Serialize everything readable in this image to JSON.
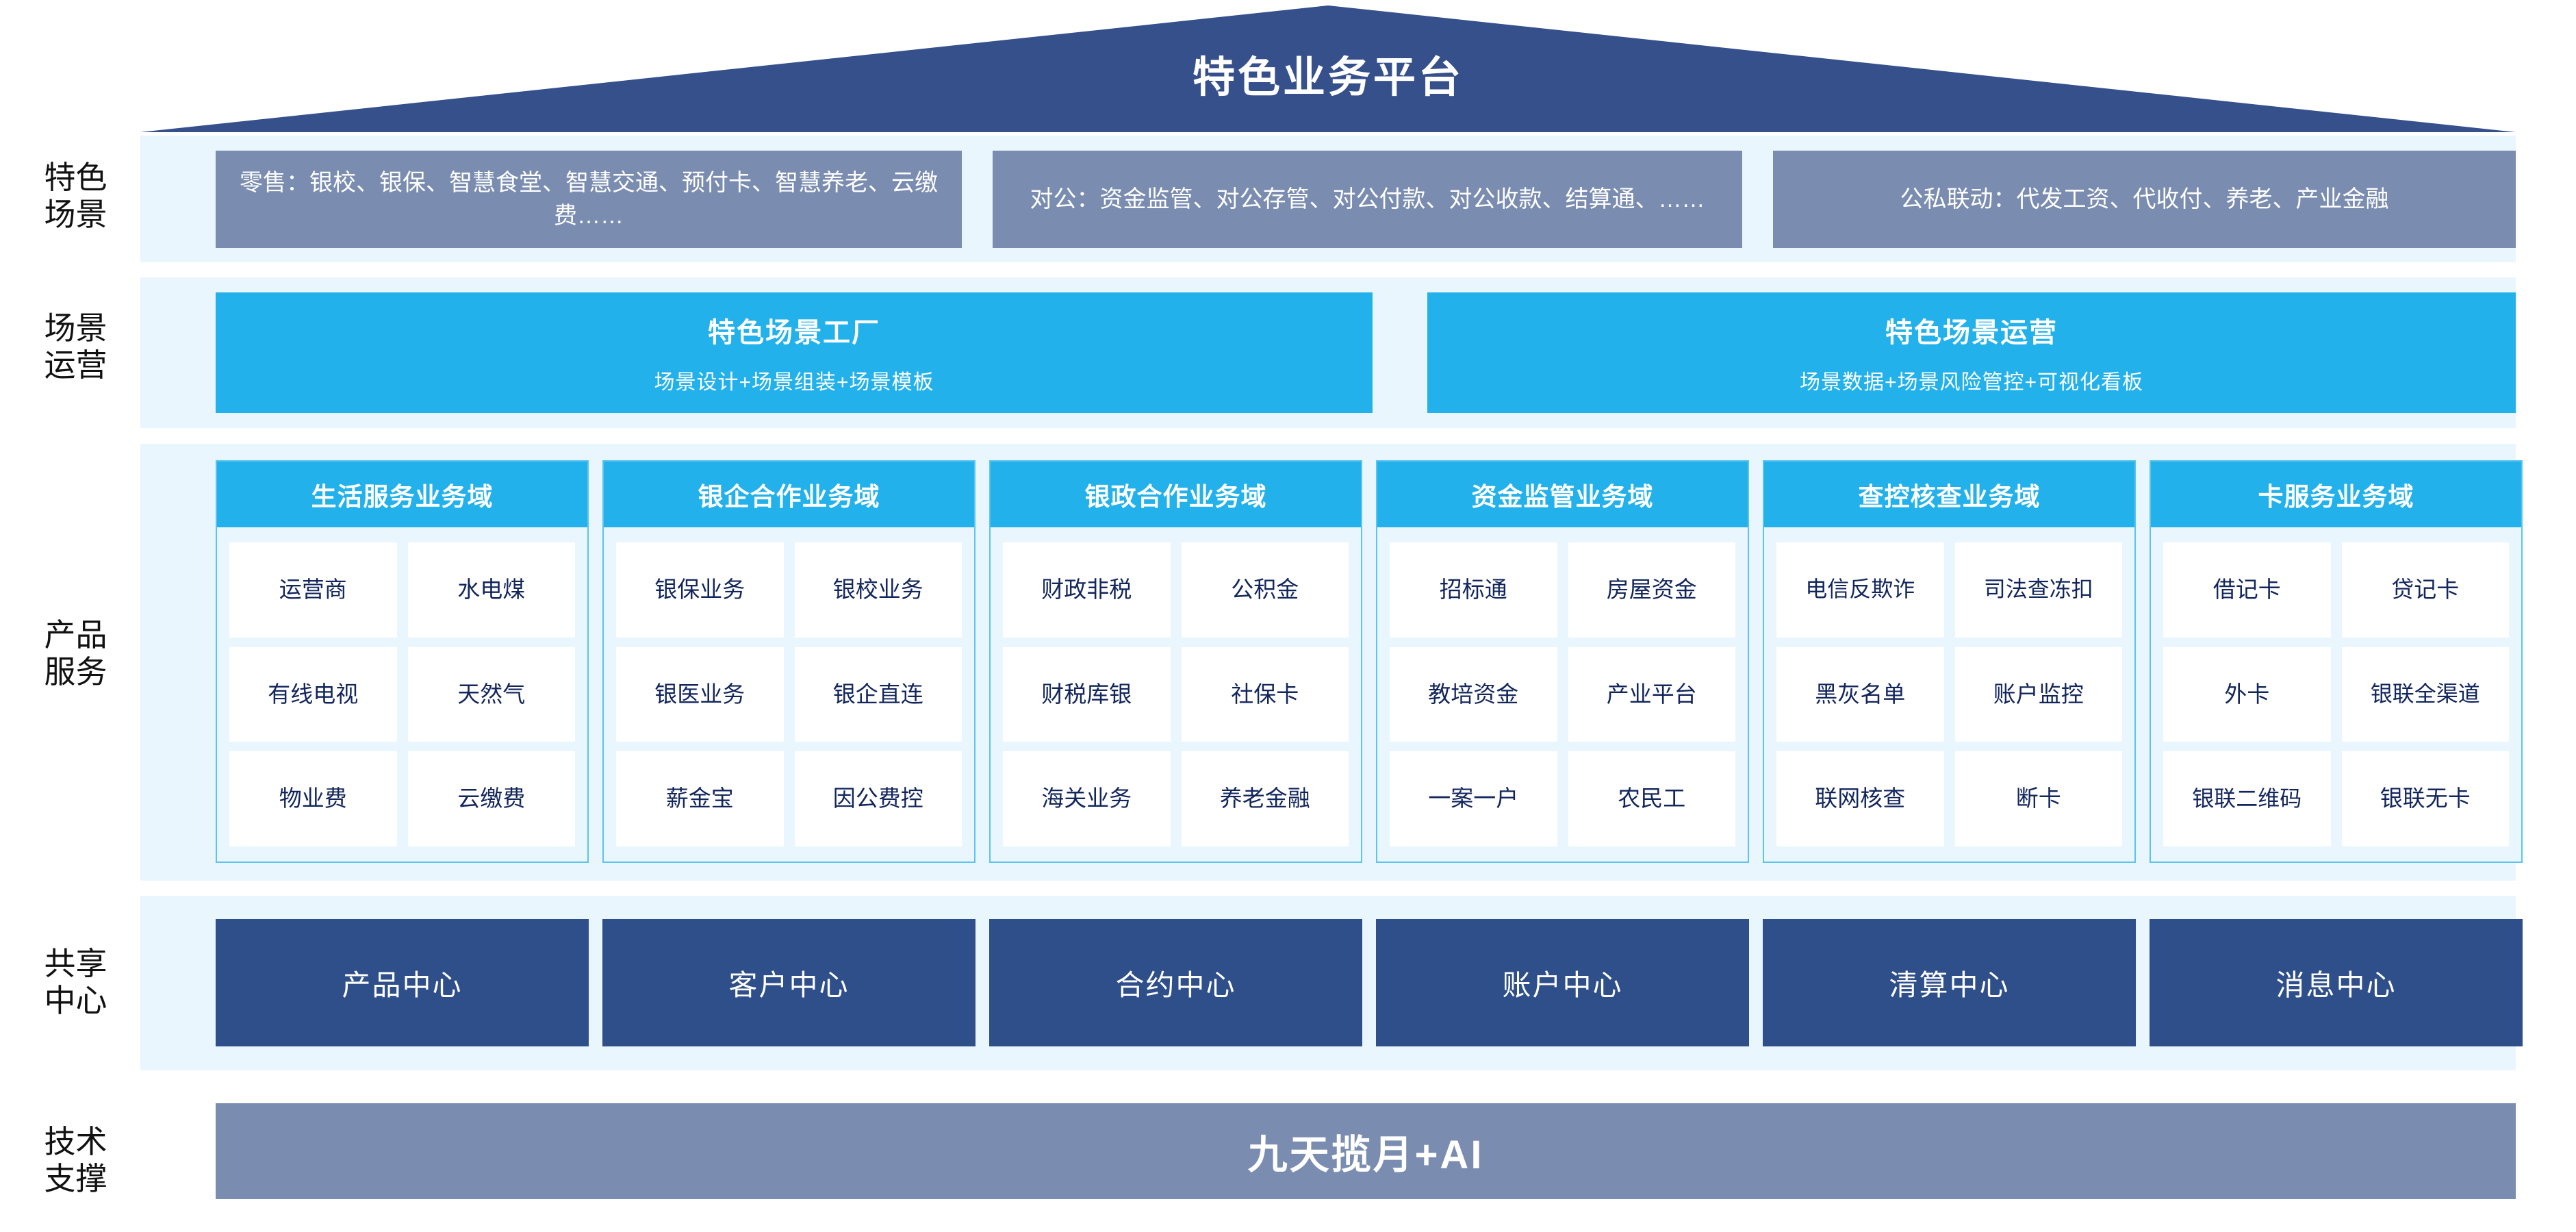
{
  "header": {
    "title": "特色业务平台",
    "banner_color": "#36508c"
  },
  "row_labels": {
    "scenes": "特色\n场景",
    "operations": "场景\n运营",
    "products": "产品\n服务",
    "shared": "共享\n中心",
    "tech": "技术\n支撑"
  },
  "scenes": {
    "label": "特色场景",
    "box_color": "#7a8cb0",
    "items": [
      "零售：银校、银保、智慧食堂、智慧交通、预付卡、智慧养老、云缴费……",
      "对公：资金监管、对公存管、对公付款、对公收款、结算通、……",
      "公私联动：代发工资、代收付、养老、产业金融"
    ]
  },
  "operations": {
    "label": "场景运营",
    "box_color": "#22b1ea",
    "items": [
      {
        "title": "特色场景工厂",
        "subtitle": "场景设计+场景组装+场景模板"
      },
      {
        "title": "特色场景运营",
        "subtitle": "场景数据+场景风险管控+可视化看板"
      }
    ]
  },
  "products": {
    "label": "产品服务",
    "header_color": "#22b1ea",
    "panel_color": "#eaf6fd",
    "cell_text_color": "#12265c",
    "domains": [
      {
        "title": "生活服务业务域",
        "cells": [
          "运营商",
          "水电煤",
          "有线电视",
          "天然气",
          "物业费",
          "云缴费"
        ]
      },
      {
        "title": "银企合作业务域",
        "cells": [
          "银保业务",
          "银校业务",
          "银医业务",
          "银企直连",
          "薪金宝",
          "因公费控"
        ]
      },
      {
        "title": "银政合作业务域",
        "cells": [
          "财政非税",
          "公积金",
          "财税库银",
          "社保卡",
          "海关业务",
          "养老金融"
        ]
      },
      {
        "title": "资金监管业务域",
        "cells": [
          "招标通",
          "房屋资金",
          "教培资金",
          "产业平台",
          "一案一户",
          "农民工"
        ]
      },
      {
        "title": "查控核查业务域",
        "cells": [
          "电信\n反欺诈",
          "司法\n查冻扣",
          "黑灰名单",
          "账户监控",
          "联网核查",
          "断卡"
        ]
      },
      {
        "title": "卡服务业务域",
        "cells": [
          "借记卡",
          "贷记卡",
          "外卡",
          "银联\n全渠道",
          "银联\n二维码",
          "银联无卡"
        ]
      }
    ]
  },
  "shared_centers": {
    "label": "共享中心",
    "box_color": "#2f4f8a",
    "items": [
      "产品中心",
      "客户中心",
      "合约中心",
      "账户中心",
      "清算中心",
      "消息中心"
    ]
  },
  "tech_support": {
    "label": "技术支撑",
    "box_color": "#7a8cb0",
    "title": "九天揽月+AI"
  }
}
